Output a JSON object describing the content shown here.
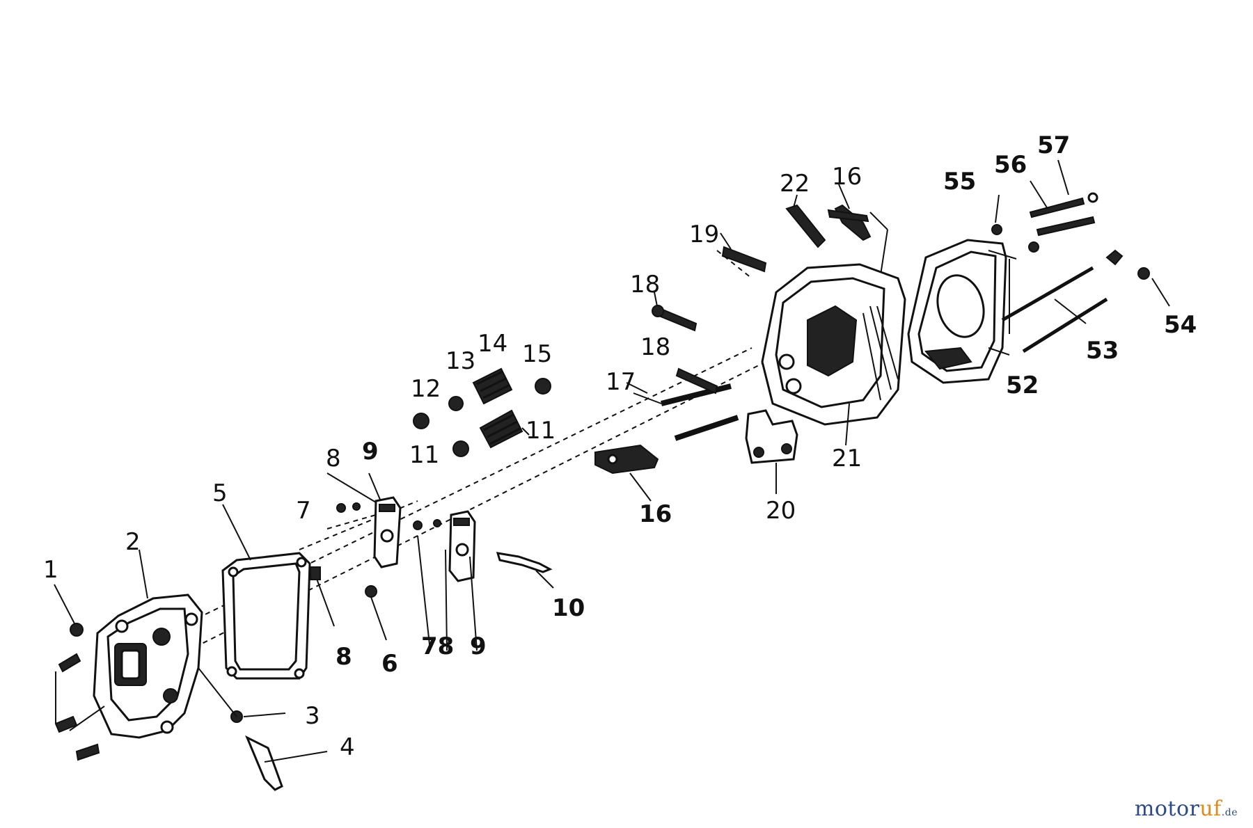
{
  "callouts": [
    {
      "id": "c1",
      "text": "1"
    },
    {
      "id": "c2",
      "text": "2"
    },
    {
      "id": "c3",
      "text": "3"
    },
    {
      "id": "c4",
      "text": "4"
    },
    {
      "id": "c5",
      "text": "5"
    },
    {
      "id": "c6",
      "text": "6"
    },
    {
      "id": "c7a",
      "text": "7"
    },
    {
      "id": "c8a",
      "text": "8"
    },
    {
      "id": "c8b",
      "text": "8"
    },
    {
      "id": "c9a",
      "text": "9"
    },
    {
      "id": "c78",
      "text": "78"
    },
    {
      "id": "c9b",
      "text": "9"
    },
    {
      "id": "c10",
      "text": "10"
    },
    {
      "id": "c11a",
      "text": "11"
    },
    {
      "id": "c11b",
      "text": "11"
    },
    {
      "id": "c12",
      "text": "12"
    },
    {
      "id": "c13",
      "text": "13"
    },
    {
      "id": "c14",
      "text": "14"
    },
    {
      "id": "c15",
      "text": "15"
    },
    {
      "id": "c16a",
      "text": "16"
    },
    {
      "id": "c16b",
      "text": "16"
    },
    {
      "id": "c17",
      "text": "17"
    },
    {
      "id": "c18a",
      "text": "18"
    },
    {
      "id": "c18b",
      "text": "18"
    },
    {
      "id": "c19",
      "text": "19"
    },
    {
      "id": "c20",
      "text": "20"
    },
    {
      "id": "c21",
      "text": "21"
    },
    {
      "id": "c22",
      "text": "22"
    },
    {
      "id": "c52",
      "text": "52"
    },
    {
      "id": "c53",
      "text": "53"
    },
    {
      "id": "c54",
      "text": "54"
    },
    {
      "id": "c55",
      "text": "55"
    },
    {
      "id": "c56",
      "text": "56"
    },
    {
      "id": "c57",
      "text": "57"
    }
  ],
  "watermark": {
    "part_a": "motor",
    "part_b": "uf",
    "tld": ".de"
  }
}
